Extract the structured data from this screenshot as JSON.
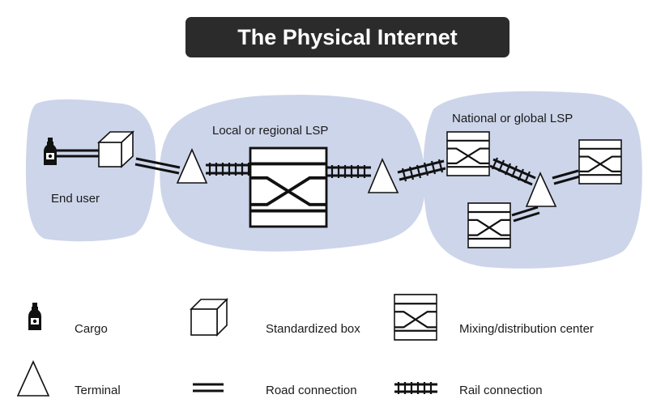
{
  "title": "The Physical Internet",
  "zones": {
    "end_user": "End user",
    "local_lsp": "Local or regional LSP",
    "national_lsp": "National or global LSP"
  },
  "legend": {
    "cargo": "Cargo",
    "standardized_box": "Standardized box",
    "mixing_center": "Mixing/distribution center",
    "terminal": "Terminal",
    "road": "Road connection",
    "rail": "Rail connection"
  },
  "colors": {
    "zone_fill": "#cdd5ea",
    "title_bg": "#2b2b2b",
    "title_text": "#ffffff"
  }
}
